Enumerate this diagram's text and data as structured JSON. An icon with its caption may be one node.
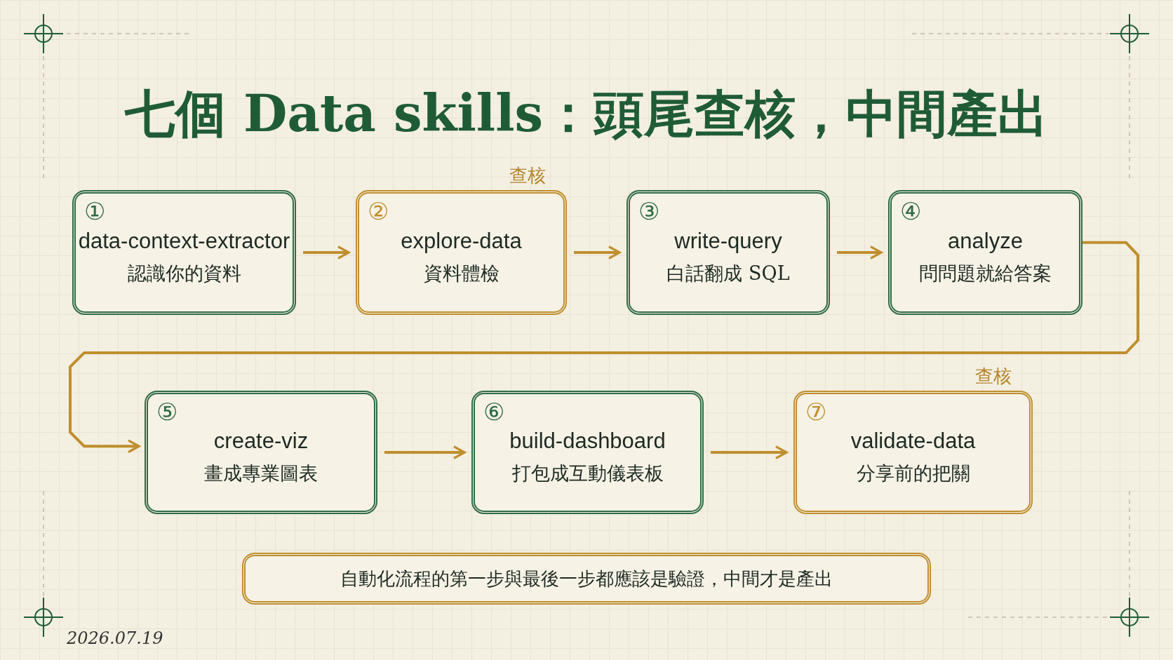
{
  "diagram": {
    "title": "七個 Data skills：頭尾查核，中間產出",
    "nodes": [
      {
        "text": [
          "①",
          "data-context-extractor",
          "認識你的資料"
        ]
      },
      {
        "text": [
          "②",
          "explore-data",
          "資料體檢"
        ],
        "beside": [
          "查核"
        ]
      },
      {
        "text": [
          "③",
          "write-query",
          "白話翻成 SQL"
        ]
      },
      {
        "text": [
          "④",
          "analyze",
          "問問題就給答案"
        ]
      },
      {
        "text": [
          "⑤",
          "create-viz",
          "畫成專業圖表"
        ]
      },
      {
        "text": [
          "⑥",
          "build-dashboard",
          "打包成互動儀表板"
        ]
      },
      {
        "text": [
          "⑦",
          "validate-data",
          "分享前的把關"
        ],
        "beside": [
          "查核"
        ]
      },
      {
        "text": [
          "自動化流程的第一步與最後一步都應該是驗證，中間才是產出"
        ]
      }
    ],
    "edges": [
      {
        "from": 0,
        "to": 1,
        "arrow": "to"
      },
      {
        "from": 1,
        "to": 2,
        "arrow": "to"
      },
      {
        "from": 2,
        "to": 3,
        "arrow": "to"
      },
      {
        "from": 3,
        "to": 4,
        "arrow": "to"
      },
      {
        "from": 4,
        "to": 5,
        "arrow": "to"
      },
      {
        "from": 5,
        "to": 6,
        "arrow": "to"
      }
    ],
    "labels": [
      "2026.07.19"
    ]
  }
}
